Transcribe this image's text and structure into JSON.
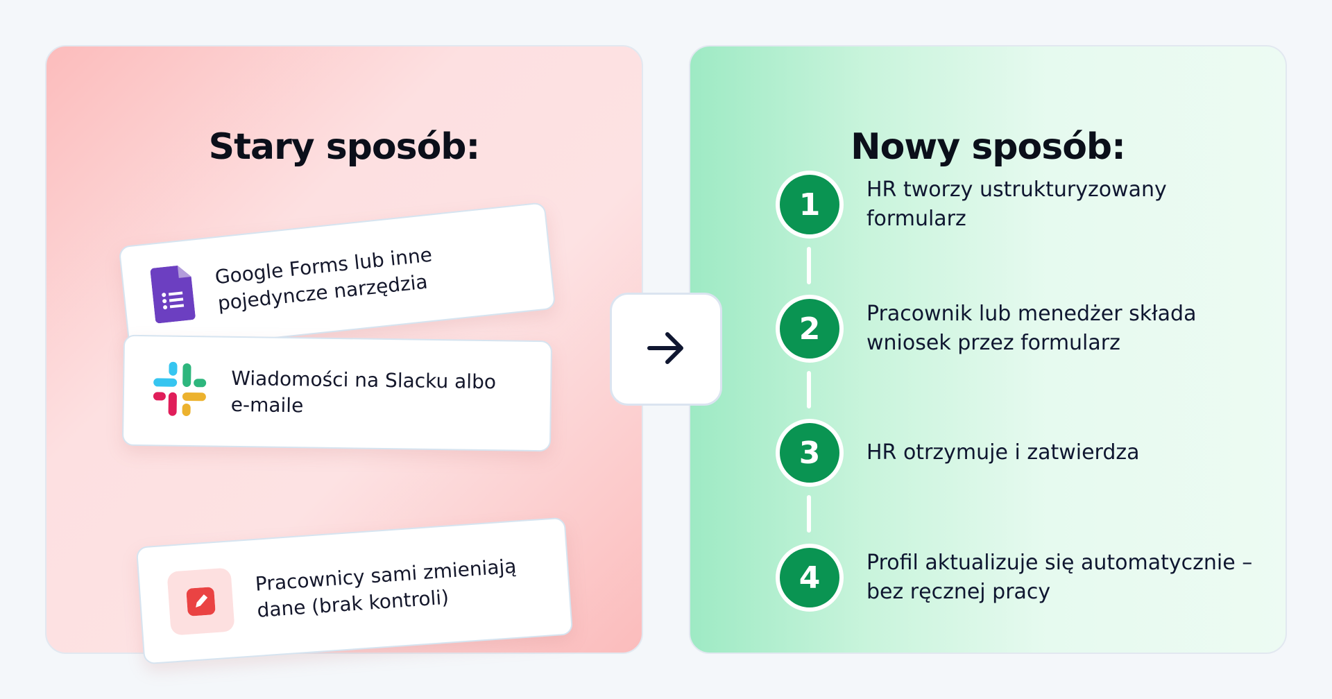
{
  "old_way": {
    "title": "Stary sposób:",
    "items": [
      {
        "icon": "google-forms-icon",
        "text": "Google Forms lub inne pojedyncze narzędzia"
      },
      {
        "icon": "slack-icon",
        "text": "Wiadomości na Slacku albo e-maile"
      },
      {
        "icon": "edit-pencil-icon",
        "text": "Pracownicy sami zmieniają dane (brak kontroli)"
      }
    ]
  },
  "arrow": {
    "icon": "arrow-right-icon"
  },
  "new_way": {
    "title": "Nowy sposób:",
    "steps": [
      {
        "number": "1",
        "text": "HR tworzy ustrukturyzowany formularz"
      },
      {
        "number": "2",
        "text": "Pracownik lub menedżer składa wniosek przez formularz"
      },
      {
        "number": "3",
        "text": "HR otrzymuje i zatwierdza"
      },
      {
        "number": "4",
        "text": "Profil aktualizuje się automatycznie – bez ręcznej pracy"
      }
    ]
  },
  "colors": {
    "step_green": "#0a9452",
    "old_bg": "#fde0e1",
    "new_bg": "#c9f4dc"
  }
}
